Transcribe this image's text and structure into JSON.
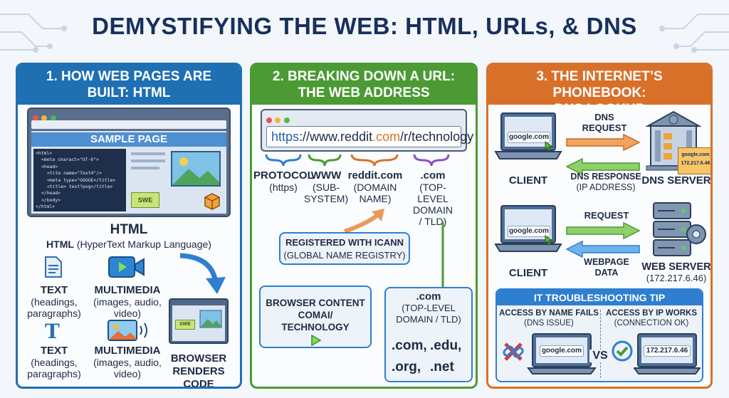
{
  "title": "DEMYSTIFYING THE WEB: HTML, URLs, & DNS",
  "panel1": {
    "header": [
      "1. HOW WEB PAGES ARE",
      "BUILT: HTML"
    ],
    "sample_page": "SAMPLE PAGE",
    "code_lines": [
      "<html>",
      "<meta charact=\"UT-6\">",
      "<head>",
      "<tite name=\"Text4\"/>",
      "<meta type=\"GOOGE</title>",
      "<title> text?pog</title>",
      "</head>",
      "</body>",
      "</html>"
    ],
    "badge": "SWE",
    "html_title": "HTML",
    "html_subtitle_bold": "HTML",
    "html_subtitle": "(HyperText Markup Language)",
    "items": [
      {
        "title": "TEXT",
        "desc": [
          "(headings,",
          "paragraphs)"
        ]
      },
      {
        "title": "MULTIMEDIA",
        "desc": [
          "(images, audio,",
          "video)"
        ]
      },
      {
        "title": "TEXT",
        "desc": [
          "(headings,",
          "paragraphs)"
        ]
      },
      {
        "title": "MULTIMEDIA",
        "desc": [
          "(images, audio,",
          "video)"
        ]
      }
    ],
    "browser_renders": [
      "BROWSER",
      "RENDERS CODE"
    ]
  },
  "panel2": {
    "header": [
      "2. BREAKING DOWN A URL:",
      "THE WEB ADDRESS"
    ],
    "url_parts": [
      "https",
      "://www.",
      "reddit",
      ".com",
      "/r/technology"
    ],
    "parts": [
      {
        "title": "PROTOCOL",
        "desc": [
          "(https)"
        ]
      },
      {
        "title": "WWW",
        "desc": [
          "(SUB-",
          "SYSTEM)"
        ]
      },
      {
        "title": "reddit.com",
        "desc": [
          "(DOMAIN",
          "NAME)"
        ]
      },
      {
        "title": ".com",
        "desc": [
          "(TOP-LEVEL",
          "DOMAIN",
          "/ TLD)"
        ]
      }
    ],
    "registered": [
      "REGISTERED WITH ICANN",
      "(GLOBAL NAME REGISTRY)"
    ],
    "browser_content": [
      "BROWSER CONTENT",
      "COMAI/",
      "TECHNOLOGY"
    ],
    "tld_box": {
      "title": ".com",
      "desc": [
        "(TOP-LEVEL",
        "DOMAIN / TLD)"
      ],
      "list": [
        ".com,",
        ".edu,",
        ".org,",
        ".net"
      ]
    }
  },
  "panel3": {
    "header": [
      "3. THE INTERNET’S PHONEBOOK:",
      "DNS LOOKUP"
    ],
    "client_screen": "google.com",
    "client_label": "CLIENT",
    "dns_request": [
      "DNS",
      "REQUEST"
    ],
    "dns_response": [
      "DNS RESPONSE",
      "(IP ADDRESS)"
    ],
    "dns_server": "DNS SERVER",
    "dns_note": [
      "google.com",
      "172.217.6.46"
    ],
    "request": "REQUEST",
    "webpage_data": [
      "WEBPAGE",
      "DATA"
    ],
    "web_server": [
      "WEB SERVER",
      "(172.217.6.46)"
    ],
    "tip": {
      "title": "IT TROUBLESHOOTING TIP",
      "left": [
        "ACCESS BY NAME FAILS",
        "(DNS ISSUE)"
      ],
      "right": [
        "ACCESS BY IP WORKS",
        "(CONNECTION OK)"
      ],
      "vs": "VS",
      "left_screen": "google.com",
      "right_screen": "172.217.6.46"
    }
  },
  "colors": {
    "blue": "#1f6fb3",
    "green": "#4b9a34",
    "orange": "#d9702a",
    "navy": "#17305c",
    "purple": "#8a4fc3"
  }
}
